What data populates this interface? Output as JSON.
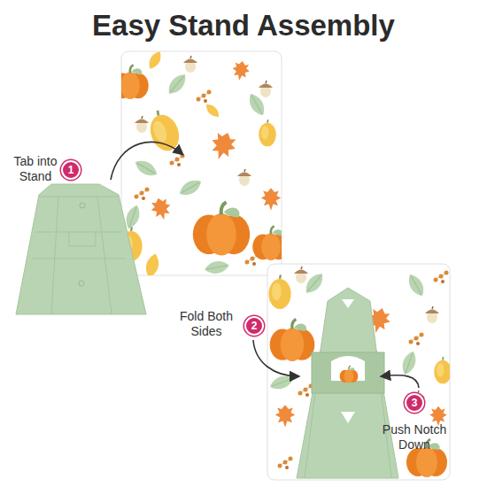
{
  "diagram": {
    "title": "Easy Stand Assembly",
    "nodes": [
      {
        "text": [
          "1"
        ]
      },
      {
        "text": [
          "2"
        ]
      },
      {
        "text": [
          "3"
        ]
      }
    ],
    "labels": [
      "Tab into Stand",
      "Fold Both Sides",
      "Push Notch Down"
    ]
  }
}
